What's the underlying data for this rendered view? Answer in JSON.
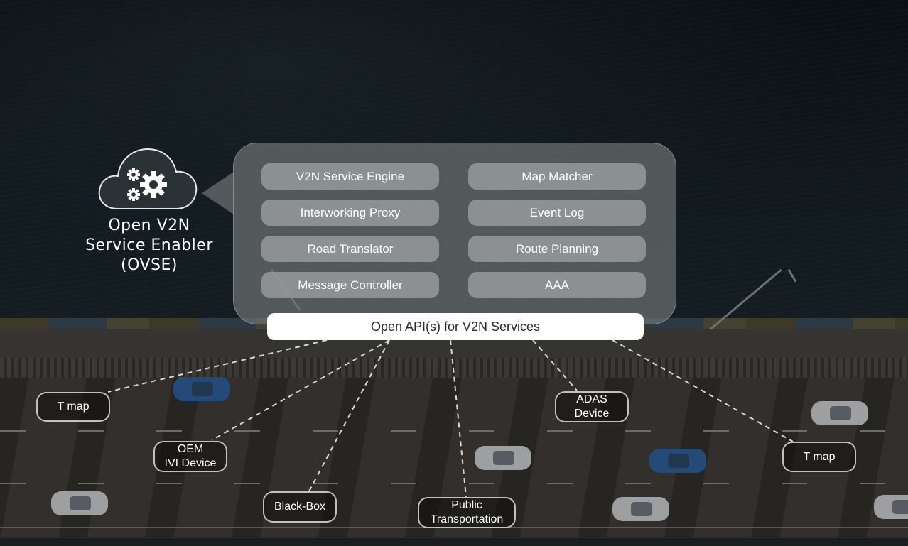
{
  "enabler": {
    "title_line1": "Open V2N",
    "title_line2": "Service Enabler",
    "title_line3": "(OVSE)",
    "icon": "cloud-gears-icon"
  },
  "modules": {
    "left": [
      "V2N Service Engine",
      "Interworking Proxy",
      "Road Translator",
      "Message Controller"
    ],
    "right": [
      "Map Matcher",
      "Event Log",
      "Route Planning",
      "AAA"
    ]
  },
  "api": {
    "label": "Open API(s) for V2N Services"
  },
  "devices": {
    "tmap_left": "T map",
    "oem_line1": "OEM",
    "oem_line2": "IVI Device",
    "blackbox": "Black-Box",
    "public_line1": "Public",
    "public_line2": "Transportation",
    "adas_line1": "ADAS",
    "adas_line2": "Device",
    "tmap_right": "T map"
  },
  "colors": {
    "api_bar": "#ffffff",
    "bubble": "#6c7070",
    "module": "#969a9a",
    "connector": "#d8d8d8"
  }
}
